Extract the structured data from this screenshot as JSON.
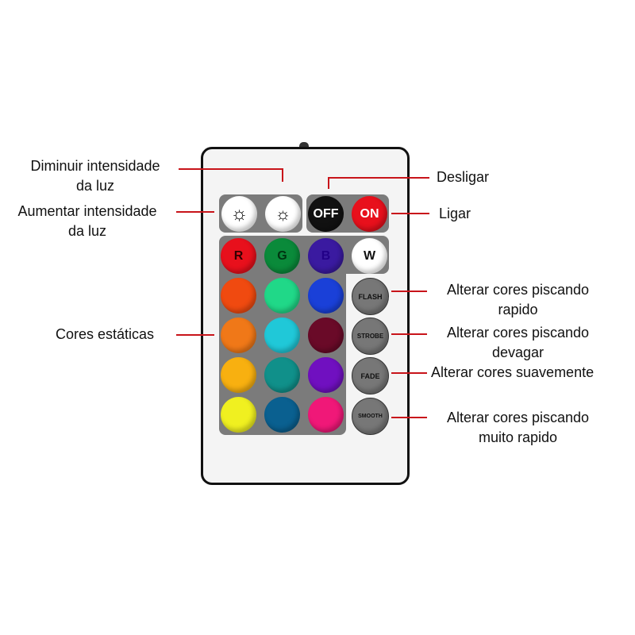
{
  "labels": {
    "dim": "Diminuir intensidade\nda luz",
    "dim1": "Diminuir intensidade",
    "dim2": "da luz",
    "bright1": "Aumentar intensidade",
    "bright2": "da luz",
    "off": "Desligar",
    "on": "Ligar",
    "static": "Cores estáticas",
    "flash1": "Alterar cores piscando",
    "flash2": "rapido",
    "strobe1": "Alterar cores piscando",
    "strobe2": "devagar",
    "fade": "Alterar cores suavemente",
    "smooth1": "Alterar cores piscando",
    "smooth2": "muito rapido"
  },
  "buttons": {
    "off": "OFF",
    "on": "ON",
    "r": "R",
    "g": "G",
    "b": "B",
    "w": "W",
    "flash": "FLASH",
    "strobe": "STROBE",
    "fade": "FADE",
    "smooth": "SMOOTH"
  },
  "colors": {
    "line": "#c8141a",
    "red": "#e8101c",
    "green": "#0a8a3a",
    "blue": "#3a1aa0",
    "white": "#ffffff",
    "grid": [
      [
        "#f04a10",
        "#20d888",
        "#1a40d8"
      ],
      [
        "#f07818",
        "#20c8d8",
        "#6a0a28"
      ],
      [
        "#f8b010",
        "#10908a",
        "#7010c0"
      ],
      [
        "#f0f020",
        "#0a6090",
        "#f01878"
      ]
    ]
  }
}
